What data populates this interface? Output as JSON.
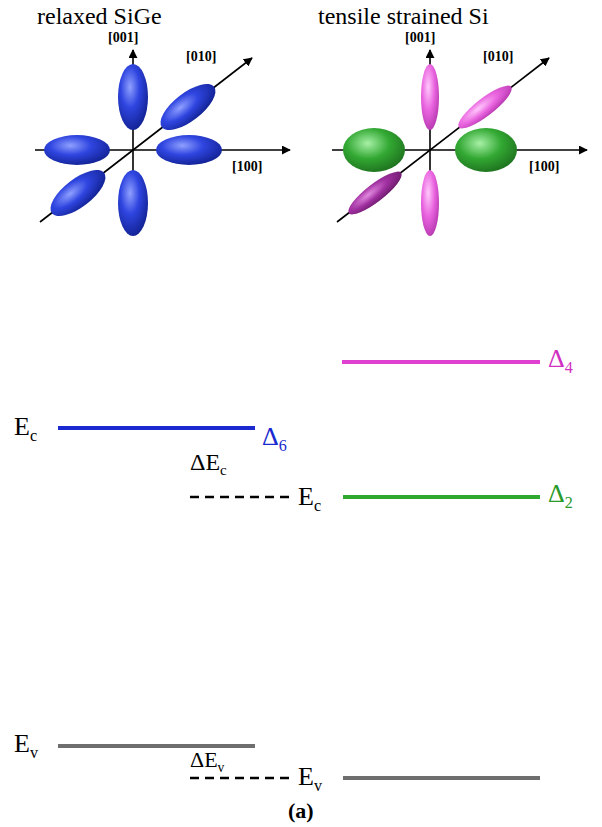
{
  "diagram": {
    "caption": "(a)",
    "labels": [
      "relaxed SiGe",
      "tensile strained Si",
      "[001]",
      "[010]",
      "[100]",
      "[001]",
      "[010]",
      "[100]",
      "Δ4",
      "Ec",
      "Δ6",
      "ΔEc",
      "Ec",
      "Δ2",
      "Ev",
      "ΔEv",
      "Ev"
    ]
  }
}
